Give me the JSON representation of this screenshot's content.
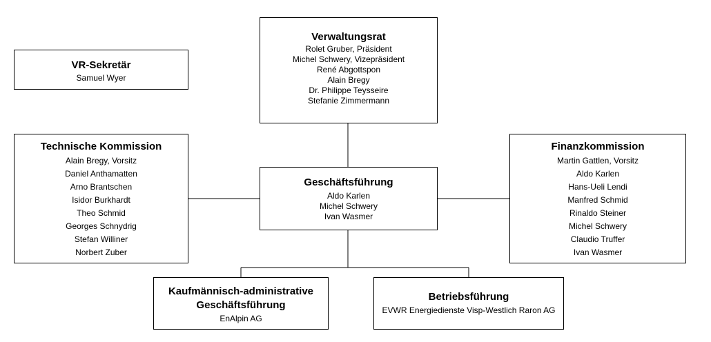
{
  "boxes": {
    "verwaltungsrat": {
      "title": "Verwaltungsrat",
      "members": [
        "Rolet Gruber, Präsident",
        "Michel Schwery, Vizepräsident",
        "René Abgottspon",
        "Alain Bregy",
        "Dr. Philippe Teysseire",
        "Stefanie Zimmermann"
      ]
    },
    "vr_sekretaer": {
      "title": "VR-Sekretär",
      "members": [
        "Samuel Wyer"
      ]
    },
    "technische_kommission": {
      "title": "Technische Kommission",
      "members": [
        "Alain Bregy, Vorsitz",
        "Daniel Anthamatten",
        "Arno Brantschen",
        "Isidor Burkhardt",
        "Theo Schmid",
        "Georges Schnydrig",
        "Stefan Williner",
        "Norbert Zuber"
      ]
    },
    "geschaeftsfuehrung": {
      "title": "Geschäftsführung",
      "members": [
        "Aldo Karlen",
        "Michel Schwery",
        "Ivan Wasmer"
      ]
    },
    "finanzkommission": {
      "title": "Finanzkommission",
      "members": [
        "Martin Gattlen, Vorsitz",
        "Aldo Karlen",
        "Hans-Ueli Lendi",
        "Manfred Schmid",
        "Rinaldo Steiner",
        "Michel Schwery",
        "Claudio Truffer",
        "Ivan Wasmer"
      ]
    },
    "kaufmaennisch": {
      "title_line1": "Kaufmännisch-administrative",
      "title_line2": "Geschäftsführung",
      "members": [
        "EnAlpin AG"
      ]
    },
    "betriebsfuehrung": {
      "title": "Betriebsführung",
      "members": [
        "EVWR Energiedienste Visp-Westlich Raron AG"
      ]
    }
  }
}
